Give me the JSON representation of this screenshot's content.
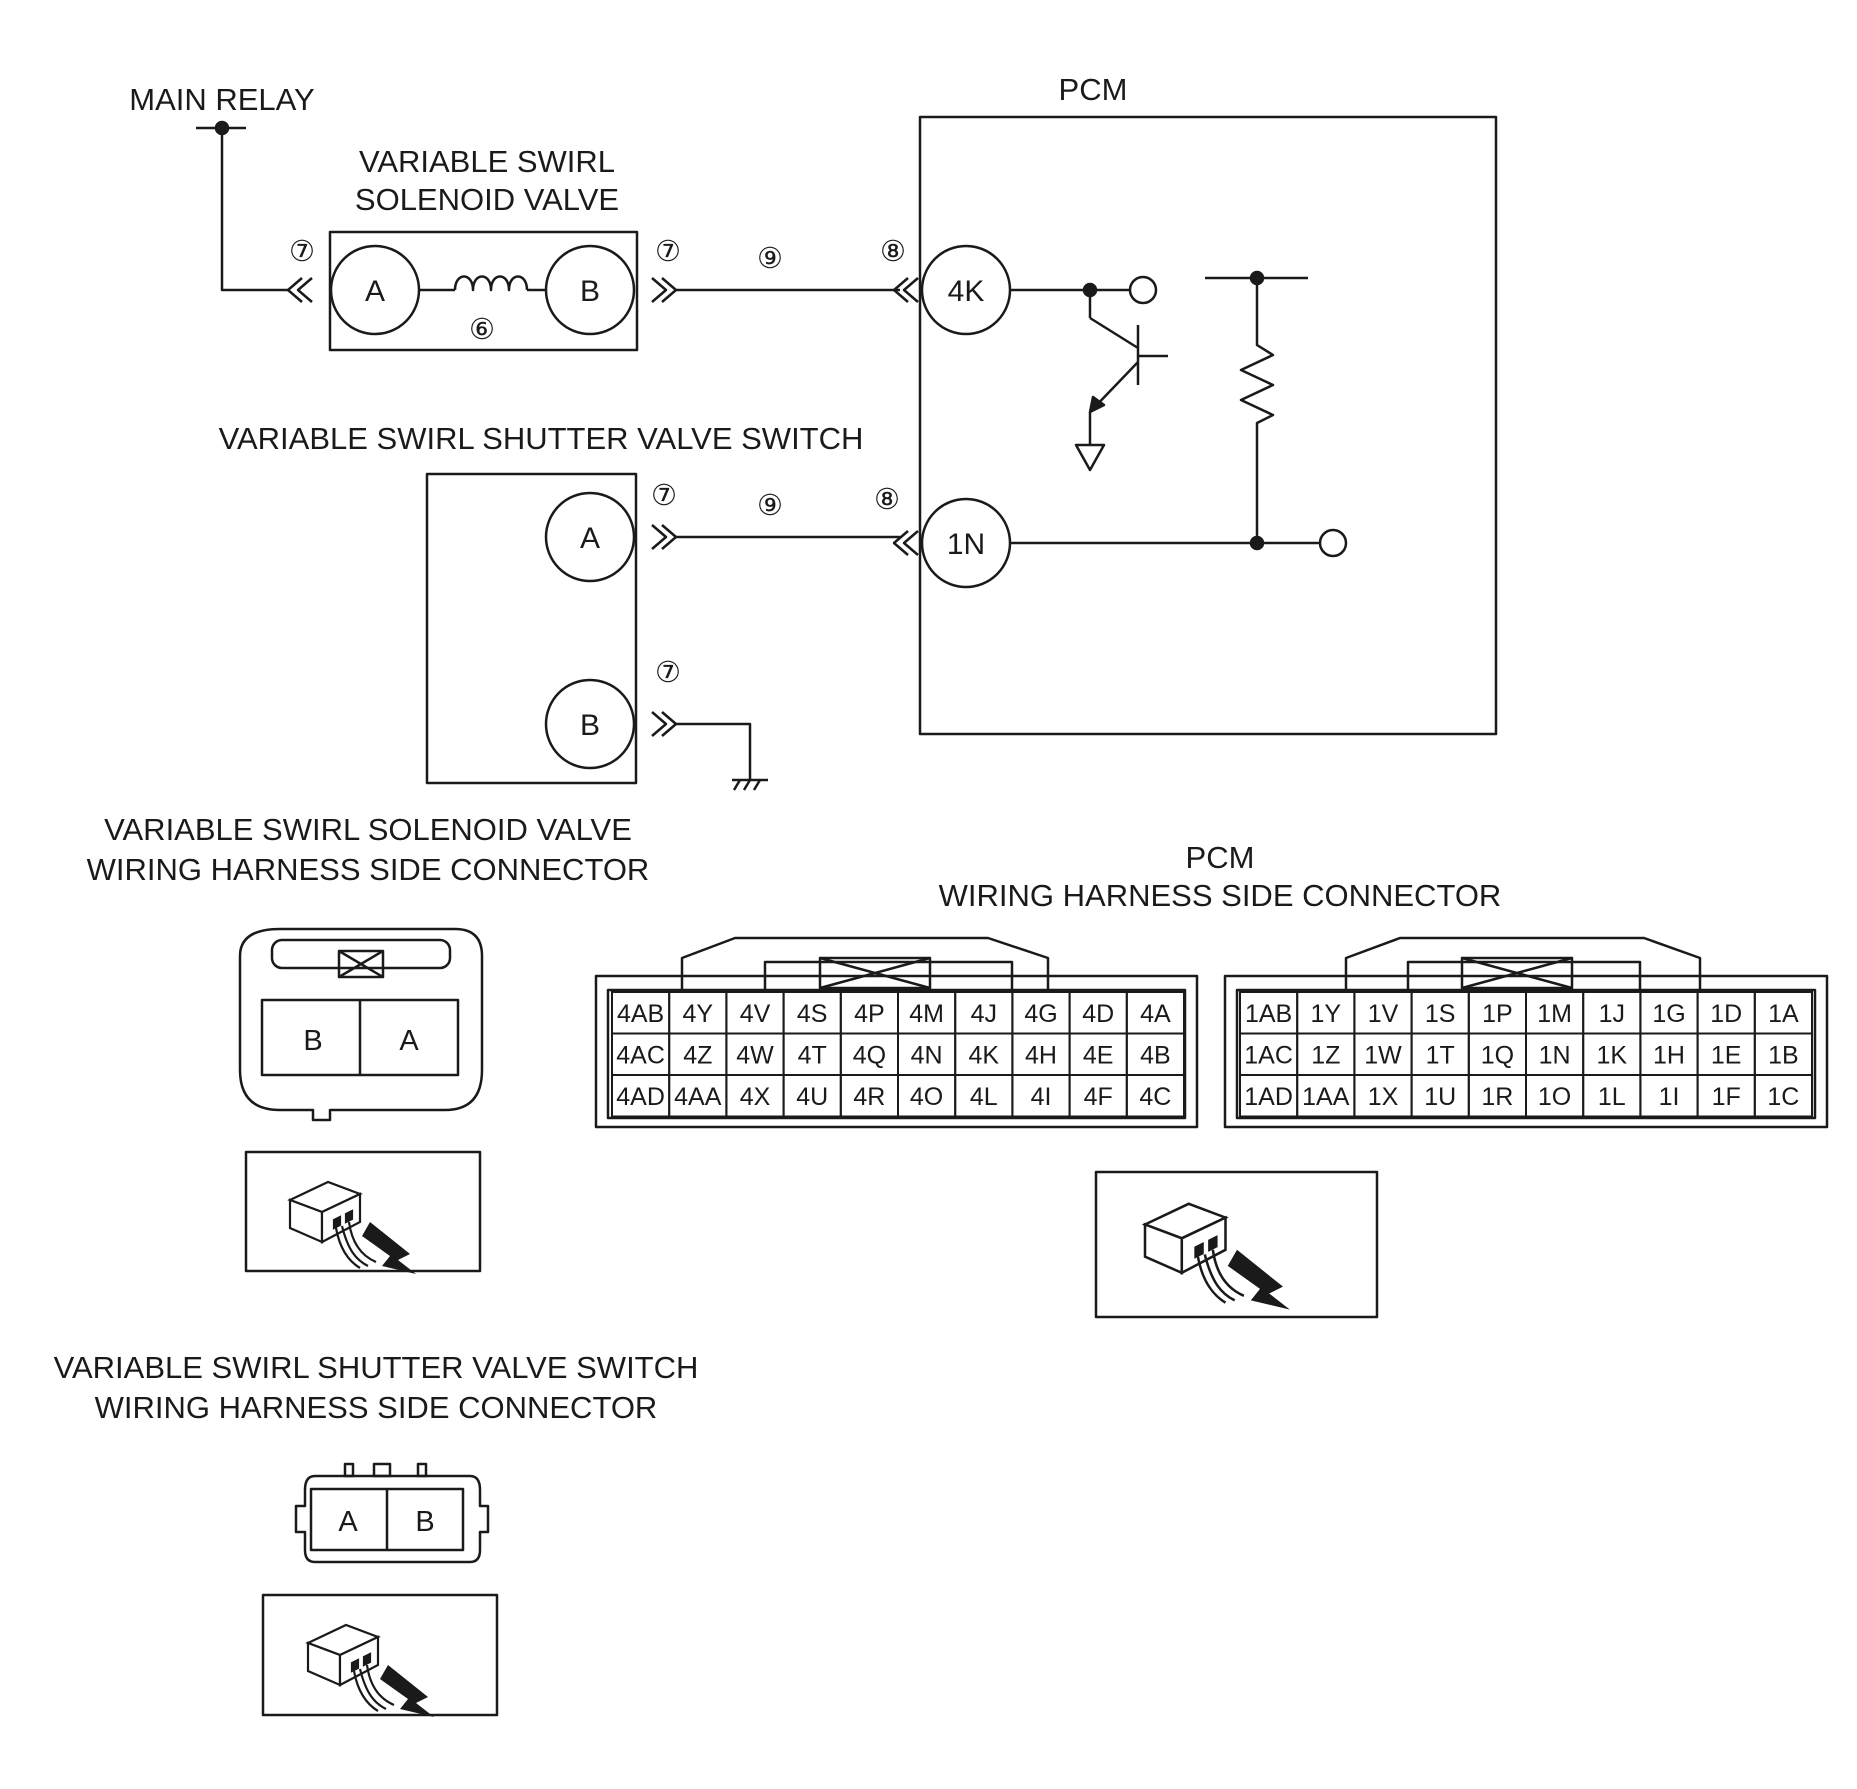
{
  "labels": {
    "main_relay": "MAIN RELAY",
    "solenoid_title_1": "VARIABLE SWIRL",
    "solenoid_title_2": "SOLENOID VALVE",
    "pcm_title": "PCM",
    "switch_title": "VARIABLE SWIRL SHUTTER VALVE SWITCH",
    "solenoid_conn_title_1": "VARIABLE SWIRL SOLENOID VALVE",
    "solenoid_conn_title_2": "WIRING HARNESS SIDE CONNECTOR",
    "pcm_conn_title_1": "PCM",
    "pcm_conn_title_2": "WIRING HARNESS SIDE CONNECTOR",
    "switch_conn_title_1": "VARIABLE SWIRL SHUTTER VALVE SWITCH",
    "switch_conn_title_2": "WIRING HARNESS SIDE CONNECTOR"
  },
  "pins": {
    "solenoid_a": "A",
    "solenoid_b": "B",
    "pcm_4k": "4K",
    "pcm_1n": "1N",
    "switch_a": "A",
    "switch_b": "B"
  },
  "callouts": {
    "c6": "⑥",
    "c7": "⑦",
    "c8": "⑧",
    "c9": "⑨"
  },
  "solenoid_connector": {
    "left": "B",
    "right": "A"
  },
  "switch_connector": {
    "left": "A",
    "right": "B"
  },
  "pcm_connector": {
    "left_block": [
      [
        "4AB",
        "4Y",
        "4V",
        "4S",
        "4P",
        "4M",
        "4J",
        "4G",
        "4D",
        "4A"
      ],
      [
        "4AC",
        "4Z",
        "4W",
        "4T",
        "4Q",
        "4N",
        "4K",
        "4H",
        "4E",
        "4B"
      ],
      [
        "4AD",
        "4AA",
        "4X",
        "4U",
        "4R",
        "4O",
        "4L",
        "4I",
        "4F",
        "4C"
      ]
    ],
    "right_block": [
      [
        "1AB",
        "1Y",
        "1V",
        "1S",
        "1P",
        "1M",
        "1J",
        "1G",
        "1D",
        "1A"
      ],
      [
        "1AC",
        "1Z",
        "1W",
        "1T",
        "1Q",
        "1N",
        "1K",
        "1H",
        "1E",
        "1B"
      ],
      [
        "1AD",
        "1AA",
        "1X",
        "1U",
        "1R",
        "1O",
        "1L",
        "1I",
        "1F",
        "1C"
      ]
    ]
  }
}
